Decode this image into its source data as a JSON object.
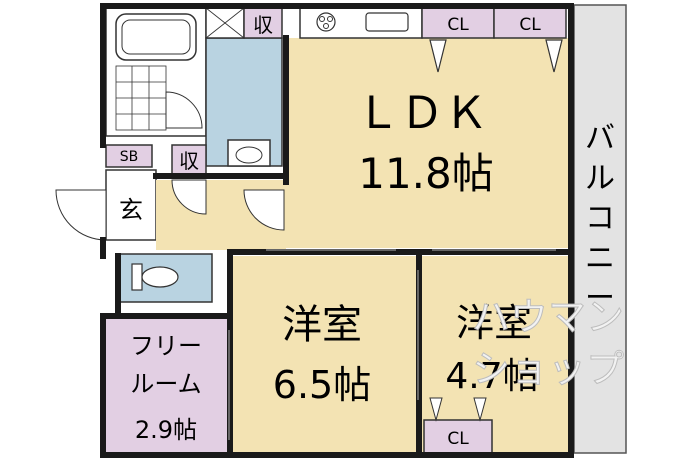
{
  "colors": {
    "main_room": "#f3e3b3",
    "service": "#b9d3e1",
    "storage": "#e2cfe3",
    "balcony": "#e3e3e3",
    "wall": "#1a1a1a"
  },
  "rooms": {
    "ldk": {
      "name": "ＬＤＫ",
      "size": "11.8帖"
    },
    "western_1": {
      "name": "洋室",
      "size": "6.5帖"
    },
    "western_2": {
      "name": "洋室",
      "size": "4.7帖"
    },
    "free_room": {
      "line1": "フリー",
      "line2": "ルーム",
      "line3": "2.9帖"
    },
    "entrance": "玄",
    "balcony": "バルコニー"
  },
  "storage": {
    "cl_top_1": "CL",
    "cl_top_2": "CL",
    "cl_bottom": "CL",
    "shu_top": "収",
    "shu_mid": "収",
    "sb": "SB"
  },
  "watermark": {
    "line1": "ハウマン",
    "line2": "ショップ"
  }
}
